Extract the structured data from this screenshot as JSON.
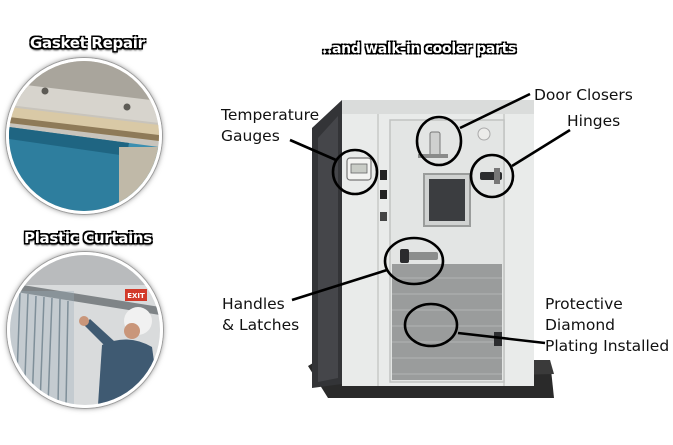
{
  "headings": {
    "gasket_repair": "Gasket Repair",
    "plastic_curtains": "Plastic Curtains",
    "walkin_parts": "..and walk-in cooler parts"
  },
  "callouts": {
    "temperature": [
      "Temperature",
      "Gauges"
    ],
    "door_closers": "Door Closers",
    "hinges": "Hinges",
    "handles": [
      "Handles",
      "& Latches"
    ],
    "protective": [
      "Protective",
      "Diamond",
      "Plating Installed"
    ]
  },
  "photos": {
    "curtain_sign": "EXIT"
  },
  "colors": {
    "gasket_blue": "#2e7e9e",
    "cooler_panel": "#e9ebea",
    "diamond_plate": "#9a9c9c",
    "callout_stroke": "#000000"
  }
}
